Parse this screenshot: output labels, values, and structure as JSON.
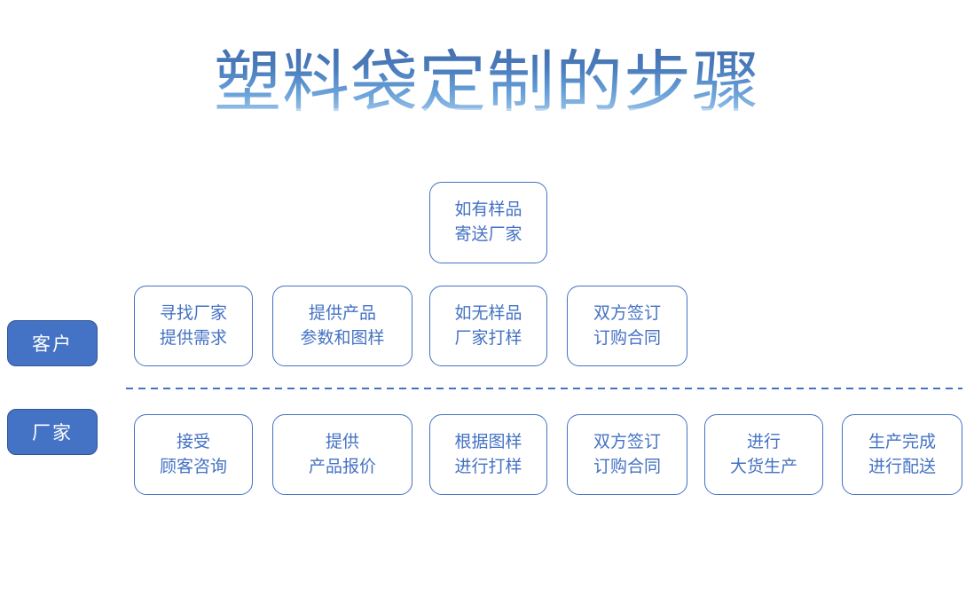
{
  "title": "塑料袋定制的步骤",
  "colors": {
    "box_border": "#4472C4",
    "box_text": "#4472C4",
    "lane_label_fill": "#4472C4",
    "lane_label_border": "#2F5597",
    "lane_label_text": "#FFFFFF",
    "divider": "#4472C4",
    "title_gradient_top": "#466FAE",
    "title_gradient_bottom": "#A9CBEC"
  },
  "lanes": {
    "customer": {
      "label": "客户",
      "optional_step": {
        "line1": "如有样品",
        "line2": "寄送厂家"
      },
      "steps": [
        {
          "line1": "寻找厂家",
          "line2": "提供需求"
        },
        {
          "line1": "提供产品",
          "line2": "参数和图样"
        },
        {
          "line1": "如无样品",
          "line2": "厂家打样"
        },
        {
          "line1": "双方签订",
          "line2": "订购合同"
        }
      ]
    },
    "factory": {
      "label": "厂家",
      "steps": [
        {
          "line1": "接受",
          "line2": "顾客咨询"
        },
        {
          "line1": "提供",
          "line2": "产品报价"
        },
        {
          "line1": "根据图样",
          "line2": "进行打样"
        },
        {
          "line1": "双方签订",
          "line2": "订购合同"
        },
        {
          "line1": "进行",
          "line2": "大货生产"
        },
        {
          "line1": "生产完成",
          "line2": "进行配送"
        }
      ]
    }
  }
}
